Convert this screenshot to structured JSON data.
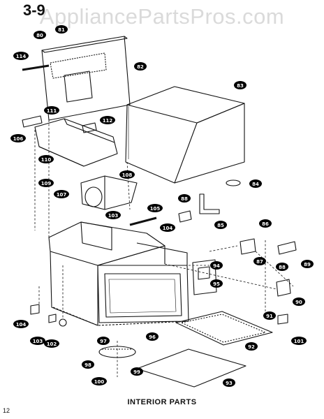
{
  "watermark": "AppliancePartsPros.com",
  "section_label": "3-9",
  "caption": "INTERIOR PARTS",
  "page_number": "12",
  "callouts": [
    "80",
    "81",
    "114",
    "82",
    "83",
    "111",
    "112",
    "106",
    "110",
    "108",
    "109",
    "107",
    "84",
    "88",
    "105",
    "103",
    "104",
    "85",
    "86",
    "87",
    "89",
    "88",
    "94",
    "95",
    "90",
    "91",
    "96",
    "97",
    "98",
    "99",
    "100",
    "92",
    "93",
    "101",
    "102",
    "103",
    "104",
    "105"
  ],
  "colors": {
    "ink": "#111111",
    "callout_fill": "#000000",
    "callout_text": "#ffffff",
    "watermark": "#969696"
  }
}
